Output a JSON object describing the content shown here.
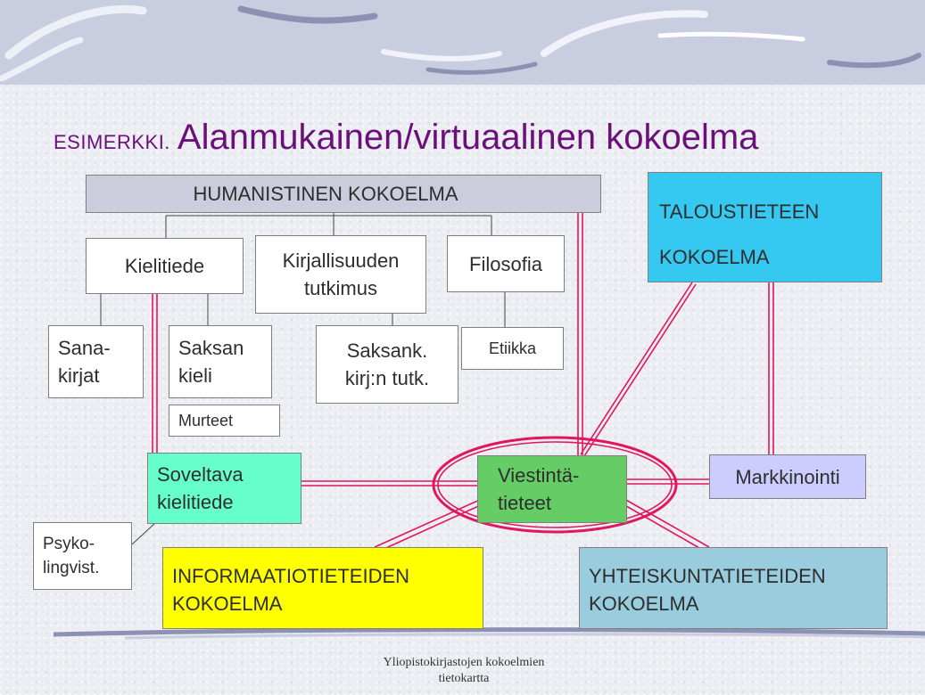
{
  "title": {
    "prefix": "ESIMERKKI.",
    "main": "Alanmukainen/virtuaalinen kokoelma"
  },
  "nodes": {
    "humanistinen": "HUMANISTINEN KOKOELMA",
    "kielitiede": "Kielitiede",
    "kirjallisuuden": "Kirjallisuuden\ntutkimus",
    "filosofia": "Filosofia",
    "sanakirjat": "Sana-\nkirjat",
    "saksan_kieli": "Saksan\nkieli",
    "murteet": "Murteet",
    "saksank": "Saksank.\nkirj:n tutk.",
    "etiikka": "Etiikka",
    "taloustieteen": "TALOUSTIETEEN\nKOKOELMA",
    "soveltava": "Soveltava\nkielitiede",
    "viestinta": "Viestintä-\ntieteet",
    "markkinointi": "Markkinointi",
    "psykolingvist": "Psyko-\nlingvist.",
    "informaatio": "INFORMAATIOTIETEIDEN\nKOKOELMA",
    "yhteiskunta": "YHTEISKUNTATIETEIDEN\nKOKOELMA"
  },
  "colors": {
    "title": "#6b1079",
    "link": "#e0165e",
    "humanistinen_fill": "#ccccdd",
    "taloustieteen_fill": "#35c9f2",
    "soveltava_fill": "#66ffcc",
    "viestinta_fill": "#66cc66",
    "markkinointi_fill": "#ccccff",
    "informaatio_fill": "#ffff00",
    "yhteiskunta_fill": "#99ccdd"
  },
  "footer": "Yliopistokirjastojen kokoelmien\ntietokartta"
}
